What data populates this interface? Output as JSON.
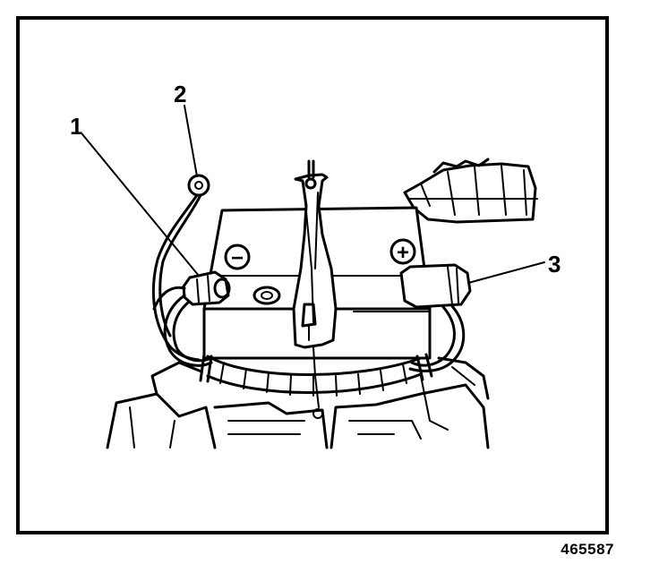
{
  "callouts": [
    {
      "number": "1"
    },
    {
      "number": "2"
    },
    {
      "number": "3"
    }
  ],
  "battery": {
    "negative_symbol": "−",
    "positive_symbol": "+"
  },
  "figure_id": "465587"
}
